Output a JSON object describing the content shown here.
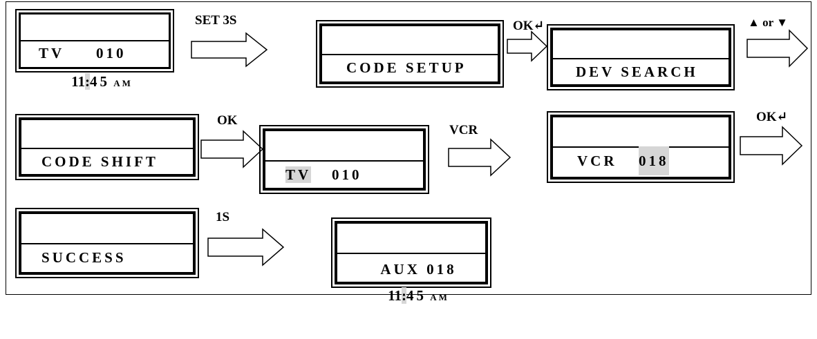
{
  "screens": {
    "tv_home": {
      "line1_left": "TV",
      "line1_right": "010",
      "time_h": "11",
      "colon": ":",
      "time_m": "45",
      "ampm": "AM"
    },
    "code_setup": {
      "line1": "CODE SETUP"
    },
    "dev_search": {
      "line1": "DEV SEARCH"
    },
    "code_shift": {
      "line1": "CODE SHIFT"
    },
    "tv_code": {
      "device": "TV",
      "code": "010"
    },
    "vcr_code": {
      "device": "VCR",
      "code": "018"
    },
    "success": {
      "line1": "SUCCESS"
    },
    "aux_home": {
      "line1": "AUX 018",
      "time_h": "11",
      "colon": ":",
      "time_m": "45",
      "ampm": "AM"
    }
  },
  "transitions": {
    "set3s": "SET 3S",
    "ok1": "OK↵",
    "updown": "▲ or ▼",
    "ok2": "OK",
    "vcr": "VCR",
    "ok3": "OK↵",
    "one_s": "1S"
  }
}
